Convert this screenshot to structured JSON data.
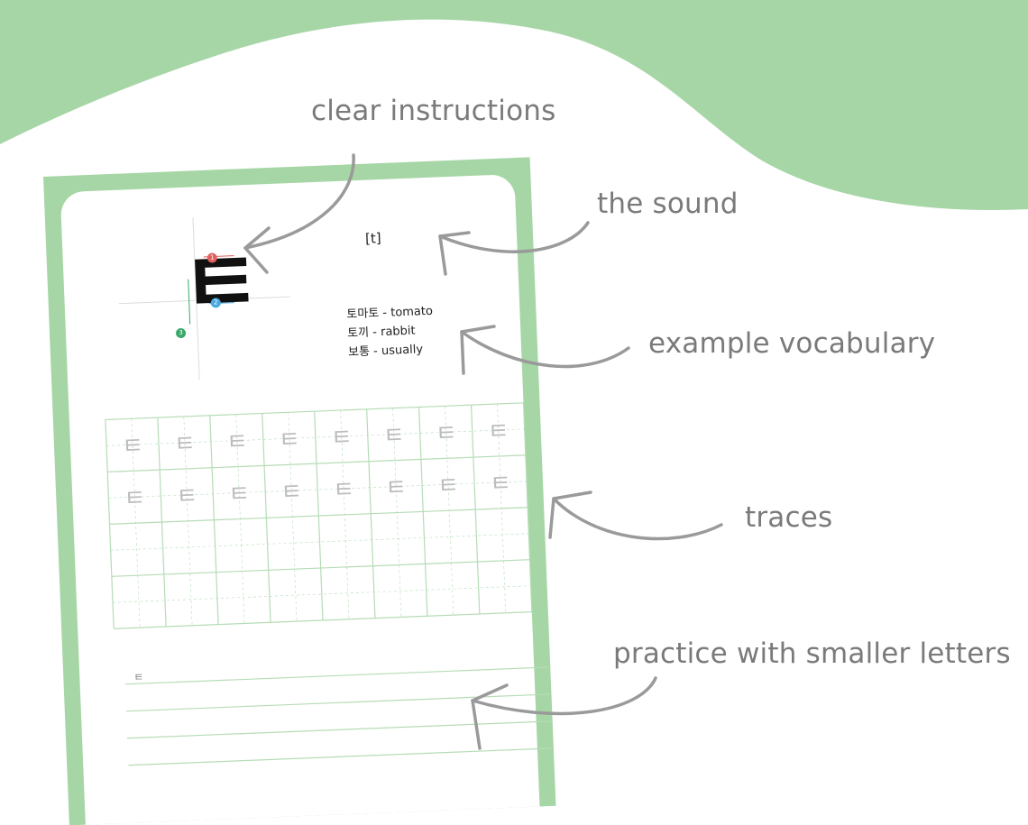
{
  "annotations": {
    "clear_instructions": "clear instructions",
    "the_sound": "the sound",
    "example_vocabulary": "example vocabulary",
    "traces": "traces",
    "practice": "practice with smaller letters"
  },
  "worksheet": {
    "letter": "ㅌ",
    "stroke_numbers": [
      "1",
      "2",
      "3"
    ],
    "sound": "[t]",
    "vocabulary": [
      "토마토 - tomato",
      "토끼 - rabbit",
      "보통 - usually"
    ],
    "trace_letter": "ㅌ",
    "small_letter": "ㅌ"
  },
  "colors": {
    "accent_green": "#a6d6a6",
    "grid_green": "#b6dcb6",
    "annotation_gray": "#7a7a7a",
    "stroke_1": "#e06060",
    "stroke_2": "#4aa8e0",
    "stroke_3": "#3aa86a"
  }
}
